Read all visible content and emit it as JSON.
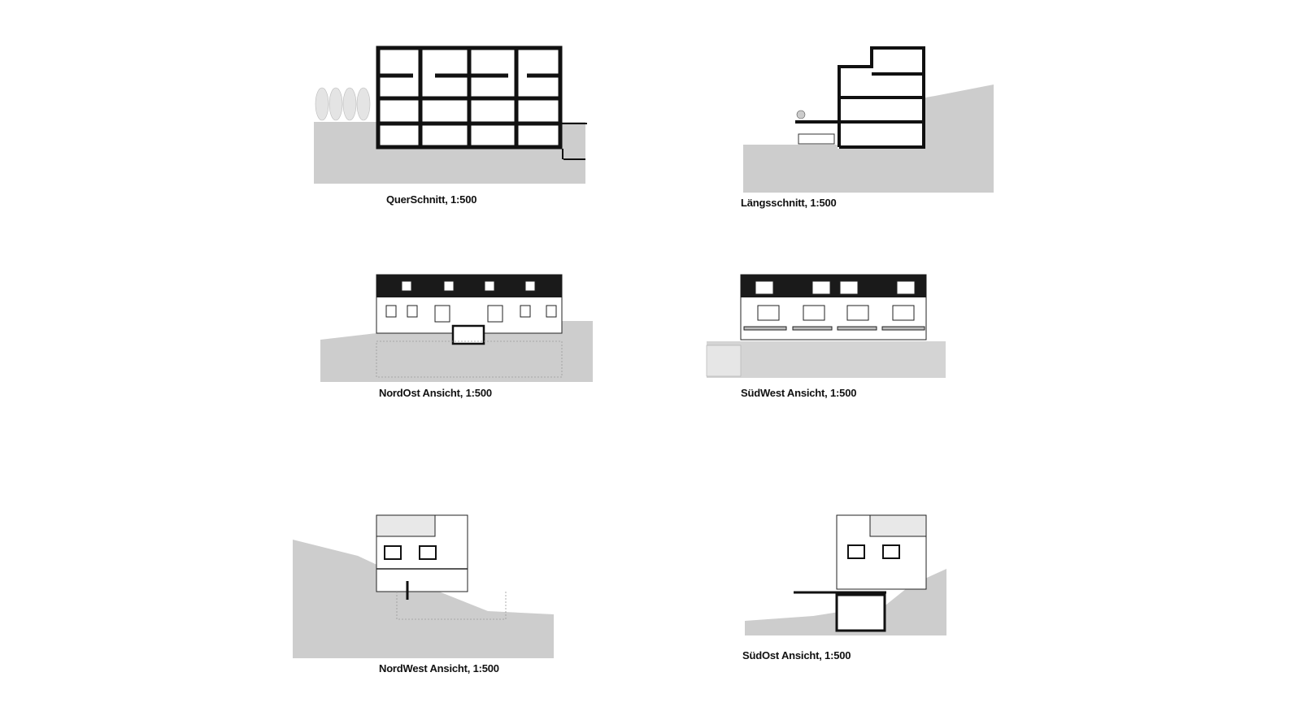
{
  "drawings": [
    {
      "title": "QuerSchnitt, 1:500"
    },
    {
      "title": "Längsschnitt, 1:500"
    },
    {
      "title": "NordOst Ansicht, 1:500"
    },
    {
      "title": "SüdWest Ansicht, 1:500"
    },
    {
      "title": "NordWest Ansicht, 1:500"
    },
    {
      "title": "SüdOst Ansicht, 1:500"
    }
  ],
  "colors": {
    "ground": "#cdcdcd",
    "ink": "#111111",
    "roof": "#1a1a1a"
  }
}
